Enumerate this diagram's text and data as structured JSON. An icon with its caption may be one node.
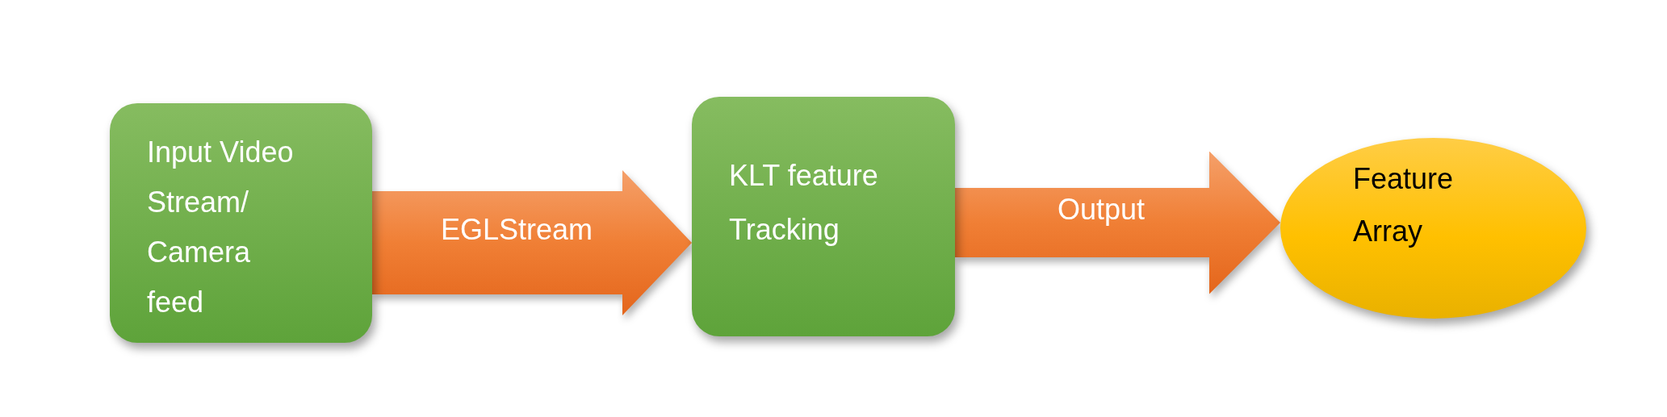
{
  "diagram": {
    "nodes": [
      {
        "text": [
          "Input Video Stream/ Camera feed"
        ]
      },
      {
        "text": [
          "KLT feature Tracking"
        ]
      },
      {
        "text": [
          "Feature Array"
        ]
      }
    ],
    "edges": [
      {
        "from": 0,
        "to": 1,
        "arrow": "to",
        "label": "EGLStream"
      },
      {
        "from": 1,
        "to": 2,
        "arrow": "to",
        "label": "Output"
      }
    ]
  }
}
